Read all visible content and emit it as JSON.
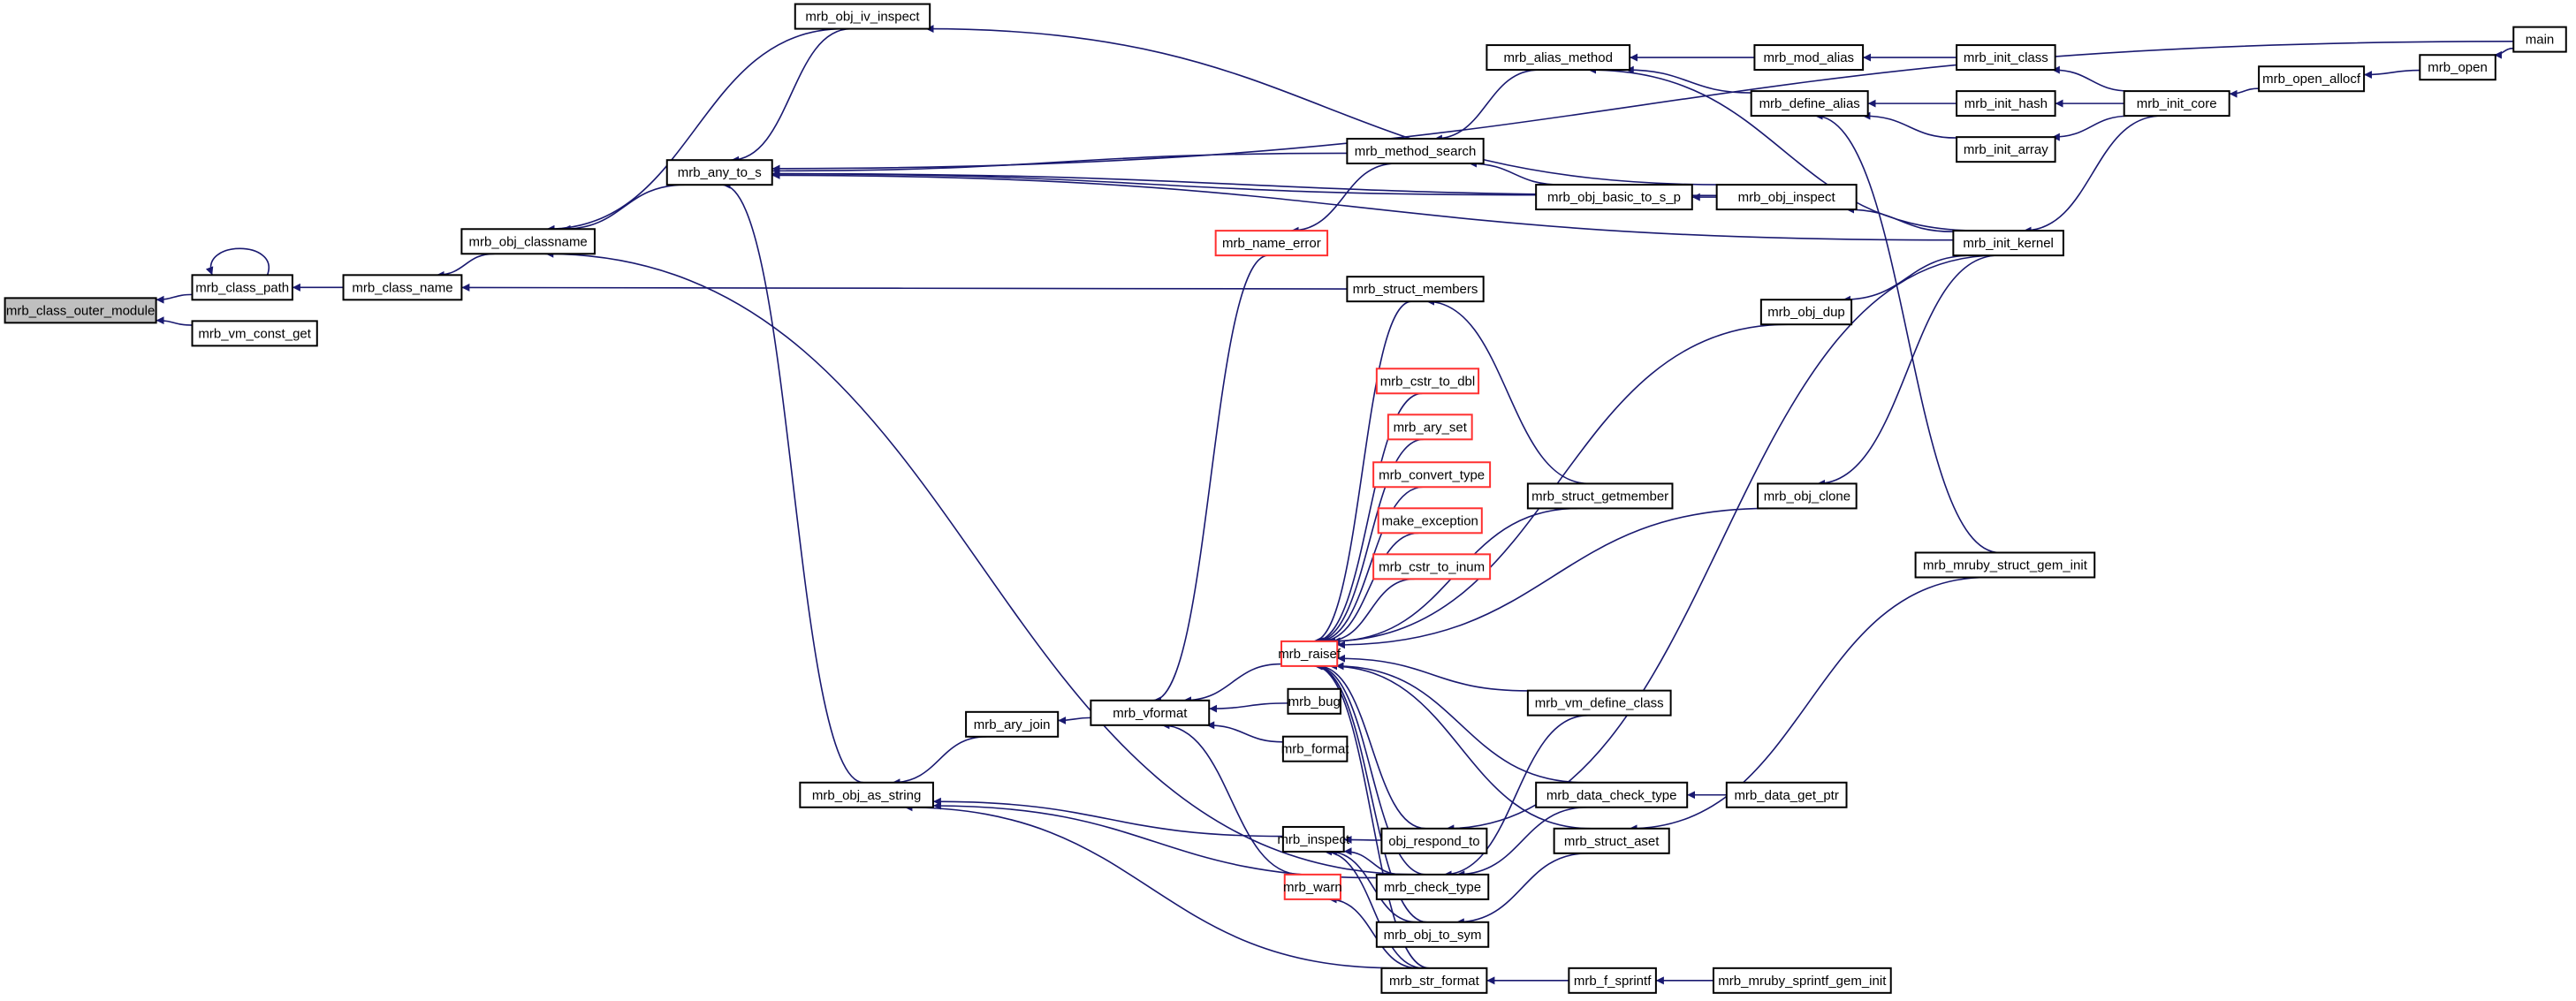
{
  "graph": {
    "type": "caller-graph",
    "edge_color": "#191970",
    "highlight_border_color": "#ff3030",
    "root_fill_color": "#bfbfbf",
    "nodes": [
      {
        "id": "mrb_class_outer_module",
        "label": "mrb_class_outer_module",
        "style": "root"
      },
      {
        "id": "mrb_class_path",
        "label": "mrb_class_path"
      },
      {
        "id": "mrb_vm_const_get",
        "label": "mrb_vm_const_get"
      },
      {
        "id": "mrb_class_name",
        "label": "mrb_class_name"
      },
      {
        "id": "mrb_obj_classname",
        "label": "mrb_obj_classname"
      },
      {
        "id": "mrb_any_to_s",
        "label": "mrb_any_to_s"
      },
      {
        "id": "mrb_obj_iv_inspect",
        "label": "mrb_obj_iv_inspect"
      },
      {
        "id": "mrb_obj_as_string",
        "label": "mrb_obj_as_string"
      },
      {
        "id": "mrb_ary_join",
        "label": "mrb_ary_join"
      },
      {
        "id": "mrb_vformat",
        "label": "mrb_vformat"
      },
      {
        "id": "mrb_name_error",
        "label": "mrb_name_error",
        "style": "red"
      },
      {
        "id": "mrb_method_search",
        "label": "mrb_method_search"
      },
      {
        "id": "mrb_alias_method",
        "label": "mrb_alias_method"
      },
      {
        "id": "mrb_struct_members",
        "label": "mrb_struct_members"
      },
      {
        "id": "mrb_cstr_to_dbl",
        "label": "mrb_cstr_to_dbl",
        "style": "red"
      },
      {
        "id": "mrb_ary_set",
        "label": "mrb_ary_set",
        "style": "red"
      },
      {
        "id": "mrb_convert_type",
        "label": "mrb_convert_type",
        "style": "red"
      },
      {
        "id": "make_exception",
        "label": "make_exception",
        "style": "red"
      },
      {
        "id": "mrb_cstr_to_inum",
        "label": "mrb_cstr_to_inum",
        "style": "red"
      },
      {
        "id": "mrb_raisef",
        "label": "mrb_raisef",
        "style": "red"
      },
      {
        "id": "mrb_bug",
        "label": "mrb_bug"
      },
      {
        "id": "mrb_format",
        "label": "mrb_format"
      },
      {
        "id": "mrb_inspect",
        "label": "mrb_inspect"
      },
      {
        "id": "mrb_warn",
        "label": "mrb_warn",
        "style": "red"
      },
      {
        "id": "obj_respond_to",
        "label": "obj_respond_to"
      },
      {
        "id": "mrb_check_type",
        "label": "mrb_check_type"
      },
      {
        "id": "mrb_obj_to_sym",
        "label": "mrb_obj_to_sym"
      },
      {
        "id": "mrb_str_format",
        "label": "mrb_str_format"
      },
      {
        "id": "mrb_struct_getmember",
        "label": "mrb_struct_getmember"
      },
      {
        "id": "mrb_obj_basic_to_s_p",
        "label": "mrb_obj_basic_to_s_p"
      },
      {
        "id": "mrb_vm_define_class",
        "label": "mrb_vm_define_class"
      },
      {
        "id": "mrb_data_check_type",
        "label": "mrb_data_check_type"
      },
      {
        "id": "mrb_struct_aset",
        "label": "mrb_struct_aset"
      },
      {
        "id": "mrb_f_sprintf",
        "label": "mrb_f_sprintf"
      },
      {
        "id": "mrb_mruby_sprintf_gem_init",
        "label": "mrb_mruby_sprintf_gem_init"
      },
      {
        "id": "mrb_data_get_ptr",
        "label": "mrb_data_get_ptr"
      },
      {
        "id": "mrb_obj_inspect",
        "label": "mrb_obj_inspect"
      },
      {
        "id": "mrb_mod_alias",
        "label": "mrb_mod_alias"
      },
      {
        "id": "mrb_define_alias",
        "label": "mrb_define_alias"
      },
      {
        "id": "mrb_obj_dup",
        "label": "mrb_obj_dup"
      },
      {
        "id": "mrb_obj_clone",
        "label": "mrb_obj_clone"
      },
      {
        "id": "mrb_init_class",
        "label": "mrb_init_class"
      },
      {
        "id": "mrb_init_hash",
        "label": "mrb_init_hash"
      },
      {
        "id": "mrb_init_array",
        "label": "mrb_init_array"
      },
      {
        "id": "mrb_init_kernel",
        "label": "mrb_init_kernel"
      },
      {
        "id": "mrb_mruby_struct_gem_init",
        "label": "mrb_mruby_struct_gem_init"
      },
      {
        "id": "mrb_init_core",
        "label": "mrb_init_core"
      },
      {
        "id": "mrb_open_allocf",
        "label": "mrb_open_allocf"
      },
      {
        "id": "mrb_open",
        "label": "mrb_open"
      },
      {
        "id": "main",
        "label": "main"
      }
    ],
    "edges": [
      [
        "mrb_class_path",
        "mrb_class_outer_module"
      ],
      [
        "mrb_vm_const_get",
        "mrb_class_outer_module"
      ],
      [
        "mrb_class_path",
        "mrb_class_path"
      ],
      [
        "mrb_class_name",
        "mrb_class_path"
      ],
      [
        "mrb_obj_classname",
        "mrb_class_name"
      ],
      [
        "mrb_struct_members",
        "mrb_class_name"
      ],
      [
        "mrb_any_to_s",
        "mrb_obj_classname"
      ],
      [
        "mrb_obj_iv_inspect",
        "mrb_obj_classname"
      ],
      [
        "mrb_check_type",
        "mrb_obj_classname"
      ],
      [
        "mrb_obj_iv_inspect",
        "mrb_any_to_s"
      ],
      [
        "main",
        "mrb_any_to_s"
      ],
      [
        "mrb_method_search",
        "mrb_any_to_s"
      ],
      [
        "mrb_obj_inspect",
        "mrb_any_to_s"
      ],
      [
        "mrb_obj_basic_to_s_p",
        "mrb_any_to_s"
      ],
      [
        "mrb_init_kernel",
        "mrb_any_to_s"
      ],
      [
        "mrb_obj_as_string",
        "mrb_any_to_s"
      ],
      [
        "mrb_obj_inspect",
        "mrb_obj_iv_inspect"
      ],
      [
        "mrb_alias_method",
        "mrb_method_search"
      ],
      [
        "mrb_obj_basic_to_s_p",
        "mrb_method_search"
      ],
      [
        "mrb_method_search",
        "mrb_name_error"
      ],
      [
        "mrb_name_error",
        "mrb_vformat"
      ],
      [
        "mrb_raisef",
        "mrb_vformat"
      ],
      [
        "mrb_bug",
        "mrb_vformat"
      ],
      [
        "mrb_format",
        "mrb_vformat"
      ],
      [
        "mrb_warn",
        "mrb_vformat"
      ],
      [
        "mrb_vformat",
        "mrb_ary_join"
      ],
      [
        "mrb_ary_join",
        "mrb_obj_as_string"
      ],
      [
        "mrb_check_type",
        "mrb_obj_as_string"
      ],
      [
        "mrb_inspect",
        "mrb_obj_as_string"
      ],
      [
        "mrb_str_format",
        "mrb_obj_as_string"
      ],
      [
        "mrb_struct_members",
        "mrb_raisef"
      ],
      [
        "mrb_cstr_to_dbl",
        "mrb_raisef"
      ],
      [
        "mrb_ary_set",
        "mrb_raisef"
      ],
      [
        "mrb_convert_type",
        "mrb_raisef"
      ],
      [
        "make_exception",
        "mrb_raisef"
      ],
      [
        "mrb_cstr_to_inum",
        "mrb_raisef"
      ],
      [
        "mrb_struct_getmember",
        "mrb_raisef"
      ],
      [
        "mrb_obj_dup",
        "mrb_raisef"
      ],
      [
        "mrb_obj_clone",
        "mrb_raisef"
      ],
      [
        "mrb_vm_define_class",
        "mrb_raisef"
      ],
      [
        "mrb_data_check_type",
        "mrb_raisef"
      ],
      [
        "mrb_struct_aset",
        "mrb_raisef"
      ],
      [
        "obj_respond_to",
        "mrb_raisef"
      ],
      [
        "mrb_check_type",
        "mrb_raisef"
      ],
      [
        "mrb_obj_to_sym",
        "mrb_raisef"
      ],
      [
        "mrb_str_format",
        "mrb_raisef"
      ],
      [
        "obj_respond_to",
        "mrb_inspect"
      ],
      [
        "mrb_check_type",
        "mrb_inspect"
      ],
      [
        "mrb_obj_to_sym",
        "mrb_inspect"
      ],
      [
        "mrb_str_format",
        "mrb_inspect"
      ],
      [
        "mrb_str_format",
        "mrb_warn"
      ],
      [
        "mrb_vm_define_class",
        "mrb_check_type"
      ],
      [
        "mrb_data_check_type",
        "mrb_check_type"
      ],
      [
        "mrb_struct_aset",
        "mrb_obj_to_sym"
      ],
      [
        "mrb_f_sprintf",
        "mrb_str_format"
      ],
      [
        "mrb_mruby_sprintf_gem_init",
        "mrb_f_sprintf"
      ],
      [
        "mrb_data_get_ptr",
        "mrb_data_check_type"
      ],
      [
        "mrb_mruby_struct_gem_init",
        "mrb_struct_aset"
      ],
      [
        "mrb_init_kernel",
        "obj_respond_to"
      ],
      [
        "mrb_obj_inspect",
        "mrb_obj_basic_to_s_p"
      ],
      [
        "mrb_init_kernel",
        "mrb_obj_inspect"
      ],
      [
        "mrb_struct_getmember",
        "mrb_struct_members"
      ],
      [
        "mrb_init_kernel",
        "mrb_obj_dup"
      ],
      [
        "mrb_init_kernel",
        "mrb_obj_clone"
      ],
      [
        "mrb_mod_alias",
        "mrb_alias_method"
      ],
      [
        "mrb_define_alias",
        "mrb_alias_method"
      ],
      [
        "mrb_init_kernel",
        "mrb_alias_method"
      ],
      [
        "mrb_init_hash",
        "mrb_define_alias"
      ],
      [
        "mrb_init_array",
        "mrb_define_alias"
      ],
      [
        "mrb_mruby_struct_gem_init",
        "mrb_define_alias"
      ],
      [
        "mrb_init_class",
        "mrb_mod_alias"
      ],
      [
        "mrb_init_core",
        "mrb_init_class"
      ],
      [
        "mrb_init_core",
        "mrb_init_hash"
      ],
      [
        "mrb_init_core",
        "mrb_init_array"
      ],
      [
        "mrb_init_core",
        "mrb_init_kernel"
      ],
      [
        "mrb_open_allocf",
        "mrb_init_core"
      ],
      [
        "mrb_open",
        "mrb_open_allocf"
      ],
      [
        "main",
        "mrb_open"
      ]
    ]
  }
}
